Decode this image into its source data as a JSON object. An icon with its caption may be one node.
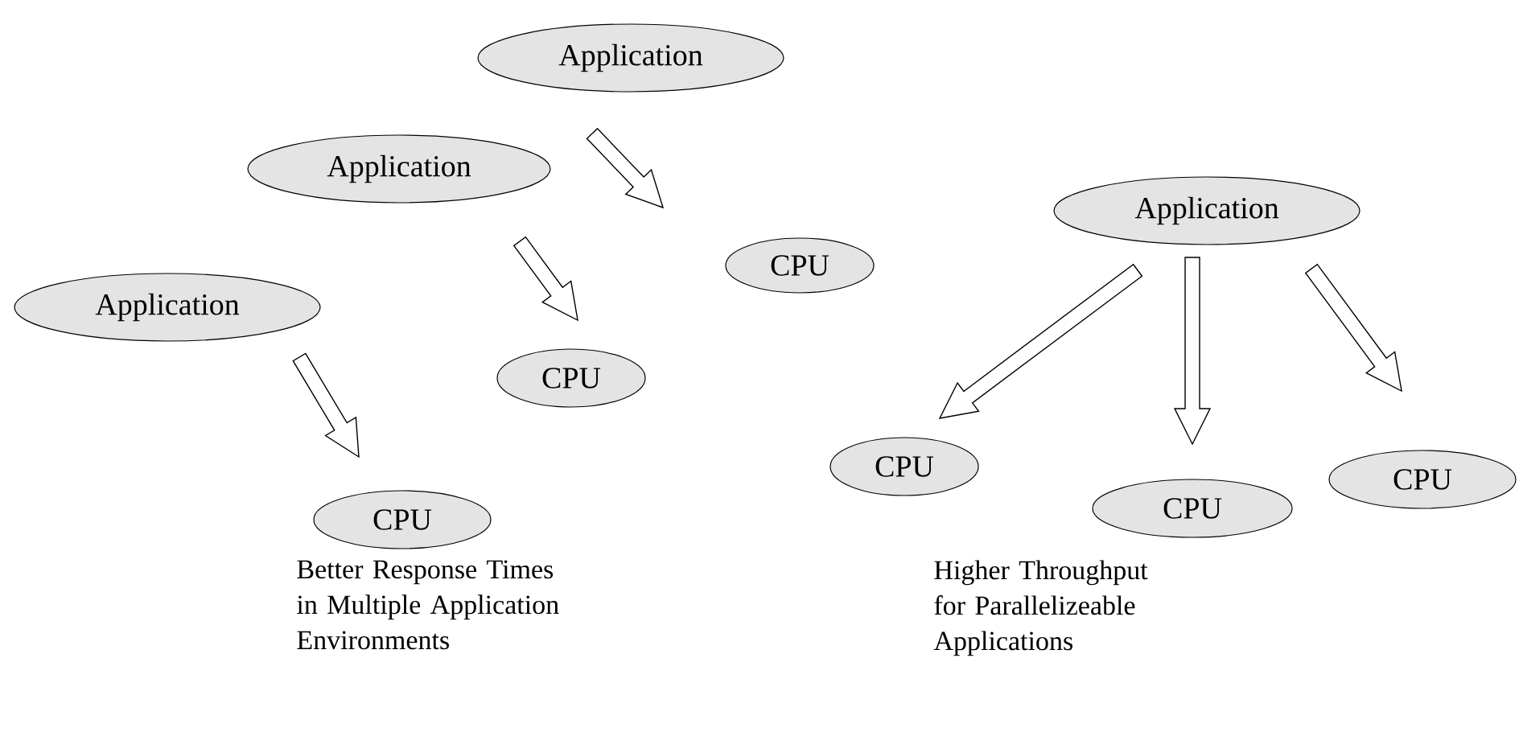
{
  "diagram": {
    "nodes": [
      {
        "text": [
          "Application"
        ]
      },
      {
        "text": [
          "CPU"
        ]
      },
      {
        "text": [
          "Application"
        ]
      },
      {
        "text": [
          "CPU"
        ]
      },
      {
        "text": [
          "Application"
        ]
      },
      {
        "text": [
          "CPU"
        ]
      },
      {
        "text": [
          "Application"
        ]
      },
      {
        "text": [
          "CPU"
        ]
      },
      {
        "text": [
          "CPU"
        ]
      },
      {
        "text": [
          "CPU"
        ]
      }
    ],
    "edges": [
      {
        "from": 0,
        "to": 1,
        "arrow": "to"
      },
      {
        "from": 2,
        "to": 3,
        "arrow": "to"
      },
      {
        "from": 4,
        "to": 5,
        "arrow": "to"
      },
      {
        "from": 6,
        "to": 7,
        "arrow": "to"
      },
      {
        "from": 6,
        "to": 8,
        "arrow": "to"
      },
      {
        "from": 6,
        "to": 9,
        "arrow": "to"
      }
    ],
    "labels": [
      "Better Response Times in Multiple Application Environments",
      "Higher Throughput for Parallelizeable Applications"
    ]
  }
}
